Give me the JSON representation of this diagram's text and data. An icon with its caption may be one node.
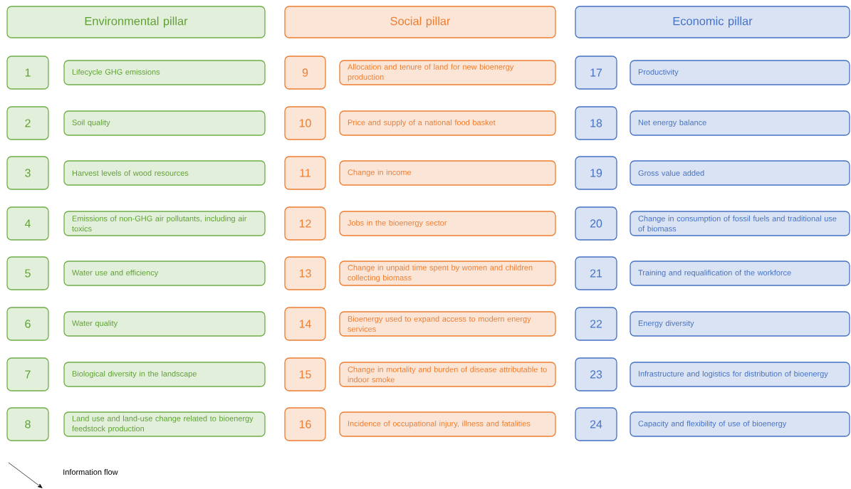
{
  "diagram": {
    "nodes": [
      {
        "text": [
          "Environmental pillar"
        ]
      },
      {
        "text": [
          "Social pillar"
        ]
      },
      {
        "text": [
          "Economic pillar"
        ]
      },
      {
        "text": [
          "1"
        ]
      },
      {
        "text": [
          "Lifecycle GHG emissions"
        ]
      },
      {
        "text": [
          "9"
        ]
      },
      {
        "text": [
          "Allocation and tenure of land for new bioenergy production"
        ]
      },
      {
        "text": [
          "17"
        ]
      },
      {
        "text": [
          "Productivity"
        ]
      },
      {
        "text": [
          "2"
        ]
      },
      {
        "text": [
          "Soil quality"
        ]
      },
      {
        "text": [
          "10"
        ]
      },
      {
        "text": [
          "Price and supply of a national food basket"
        ]
      },
      {
        "text": [
          "18"
        ]
      },
      {
        "text": [
          "Net energy balance"
        ]
      },
      {
        "text": [
          "3"
        ]
      },
      {
        "text": [
          "Harvest levels of wood resources"
        ]
      },
      {
        "text": [
          "11"
        ]
      },
      {
        "text": [
          "Change in income"
        ]
      },
      {
        "text": [
          "19"
        ]
      },
      {
        "text": [
          "Gross value added"
        ]
      },
      {
        "text": [
          "4"
        ]
      },
      {
        "text": [
          "Emissions of non-GHG air pollutants, including air toxics"
        ]
      },
      {
        "text": [
          "12"
        ]
      },
      {
        "text": [
          "Jobs in the bioenergy sector"
        ]
      },
      {
        "text": [
          "20"
        ]
      },
      {
        "text": [
          "Change in consumption of fossil fuels and traditional use of biomass"
        ]
      },
      {
        "text": [
          "5"
        ]
      },
      {
        "text": [
          "Water use and efficiency"
        ]
      },
      {
        "text": [
          "13"
        ]
      },
      {
        "text": [
          "Change in unpaid time spent by women and children collecting biomass"
        ]
      },
      {
        "text": [
          "21"
        ]
      },
      {
        "text": [
          "Training and requalification of the workforce"
        ]
      },
      {
        "text": [
          "6"
        ]
      },
      {
        "text": [
          "Water quality"
        ]
      },
      {
        "text": [
          "14"
        ]
      },
      {
        "text": [
          "Bioenergy used to expand access to modern energy services"
        ]
      },
      {
        "text": [
          "22"
        ]
      },
      {
        "text": [
          "Energy diversity"
        ]
      },
      {
        "text": [
          "7"
        ]
      },
      {
        "text": [
          "Biological diversity in the landscape"
        ]
      },
      {
        "text": [
          "15"
        ]
      },
      {
        "text": [
          "Change in mortality and burden of disease attributable to indoor smoke"
        ]
      },
      {
        "text": [
          "23"
        ]
      },
      {
        "text": [
          "Infrastructure and logistics for distribution of bioenergy"
        ]
      },
      {
        "text": [
          "8"
        ]
      },
      {
        "text": [
          "Land use and land-use change related to bioenergy feedstock production"
        ]
      },
      {
        "text": [
          "16"
        ]
      },
      {
        "text": [
          "Incidence of occupational injury, illness and fatalities"
        ]
      },
      {
        "text": [
          "24"
        ]
      },
      {
        "text": [
          "Capacity and flexibility of use of bioenergy"
        ]
      }
    ],
    "legend": [
      {
        "text": "Information flow"
      }
    ]
  }
}
